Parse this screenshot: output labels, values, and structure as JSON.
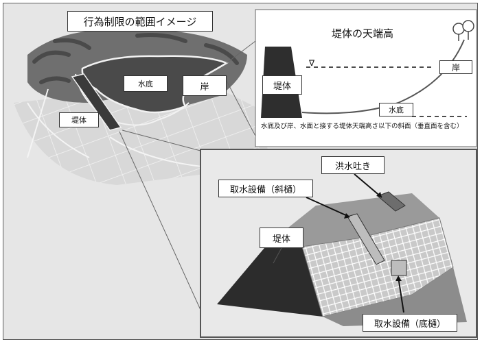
{
  "title": "行為制限の範囲イメージ",
  "overview": {
    "suitei_label": "水底",
    "kishi_label": "岸",
    "teitai_label": "堤体"
  },
  "cross_section": {
    "title": "堤体の天端高",
    "teitai_label": "堤体",
    "kishi_label": "岸",
    "suitei_label": "水底",
    "water_level_symbol": "∇",
    "note": "水底及び岸、水面と接する堤体天端高さ以下の斜面（垂直面を含む）"
  },
  "detail": {
    "spillway_label": "洪水吐き",
    "inclined_intake_label": "取水設備（斜樋）",
    "teitai_label": "堤体",
    "bottom_intake_label": "取水設備（底樋）"
  },
  "colors": {
    "background": "#e6e6e6",
    "water": "#4a4a4a",
    "embankment": "#2a2a2a",
    "outline": "#333333"
  }
}
